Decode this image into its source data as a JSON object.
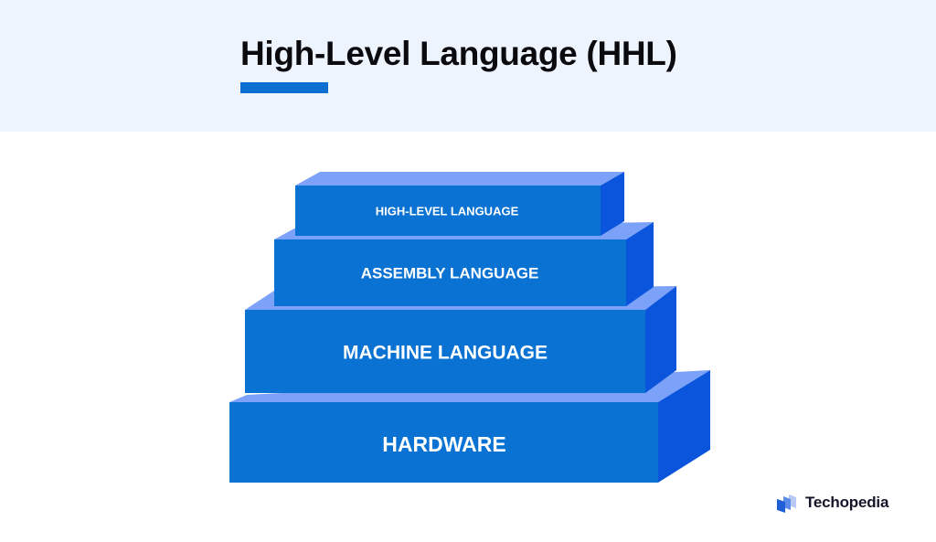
{
  "header": {
    "title": "High-Level Language (HHL)",
    "accent_color": "#0a6fd0",
    "background": "#eef4fd"
  },
  "diagram": {
    "colors": {
      "front": "#0a72d2",
      "top": "#7ba2f8",
      "side": "#0b55dc"
    },
    "layers": [
      {
        "label": "HIGH-LEVEL LANGUAGE",
        "level": 4
      },
      {
        "label": "ASSEMBLY LANGUAGE",
        "level": 3
      },
      {
        "label": "MACHINE LANGUAGE",
        "level": 2
      },
      {
        "label": "HARDWARE",
        "level": 1
      }
    ]
  },
  "logo": {
    "icon": "techopedia-logo-icon",
    "name": "Techopedia"
  }
}
